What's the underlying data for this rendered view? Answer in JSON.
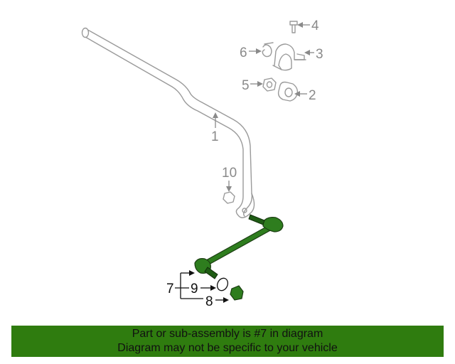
{
  "callouts": {
    "c1": "1",
    "c2": "2",
    "c3": "3",
    "c4": "4",
    "c5": "5",
    "c6": "6",
    "c7": "7",
    "c8": "8",
    "c9": "9",
    "c10": "10"
  },
  "banner": {
    "line1": "Part or sub-assembly is #7 in diagram",
    "line2": "Diagram may not be specific to your vehicle"
  },
  "colors": {
    "highlight": "#2e7d1e",
    "banner_bg": "#2f7c0f",
    "ghost_line": "#9a9a9a"
  }
}
